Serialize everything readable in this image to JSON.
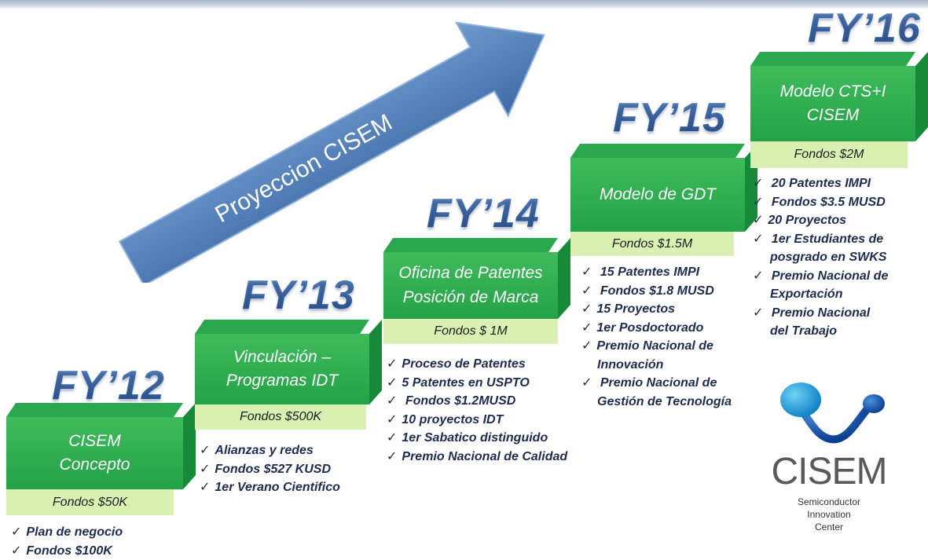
{
  "arrow": {
    "label": "Proyeccion CISEM"
  },
  "steps": [
    {
      "year": "FY’12",
      "title_lines": [
        "CISEM",
        "Concepto"
      ],
      "fund": "Fondos $50K",
      "items": [
        "Plan de negocio",
        "Fondos $100K"
      ]
    },
    {
      "year": "FY’13",
      "title_lines": [
        "Vinculación –",
        "Programas IDT"
      ],
      "fund": "Fondos $500K",
      "items": [
        "Alianzas y redes",
        "Fondos $527 KUSD",
        "1er Verano Cientifico"
      ]
    },
    {
      "year": "FY’14",
      "title_lines": [
        "Oficina de Patentes",
        "Posición de Marca"
      ],
      "fund": "Fondos $ 1M",
      "items": [
        "Proceso de Patentes",
        "5 Patentes en USPTO",
        " Fondos $1.2MUSD",
        "10 proyectos IDT",
        "1er  Sabatico distinguido",
        "Premio Nacional de Calidad"
      ]
    },
    {
      "year": "FY’15",
      "title_lines": [
        "Modelo de GDT"
      ],
      "fund": "Fondos $1.5M",
      "items": [
        " 15 Patentes IMPI",
        " Fondos $1.8 MUSD",
        "15 Proyectos",
        "1er Posdoctorado",
        "Premio Nacional de",
        "Innovación",
        " Premio Nacional de",
        "Gestión de Tecnología"
      ]
    },
    {
      "year": "FY’16",
      "title_lines": [
        "Modelo CTS+I",
        "CISEM"
      ],
      "fund": "Fondos $2M",
      "items": [
        " 20 Patentes IMPI",
        " Fondos $3.5 MUSD",
        "20 Proyectos",
        " 1er Estudiantes de",
        "posgrado en SWKS",
        " Premio Nacional de",
        "Exportación",
        " Premio Nacional",
        "del Trabajo"
      ]
    }
  ],
  "logo": {
    "brand": "CISEM",
    "subtitle": [
      "Semiconductor",
      "Innovation",
      "Center"
    ]
  }
}
